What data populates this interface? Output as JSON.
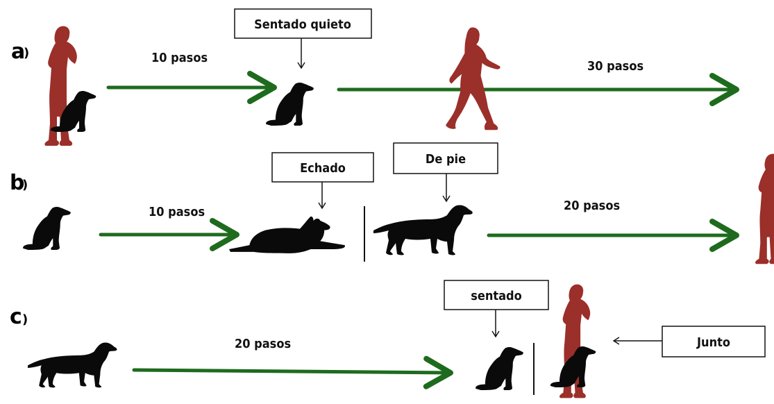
{
  "rows": [
    {
      "id": "a",
      "label": "a",
      "steps": [
        {
          "kind": "distance",
          "text": "10 pasos"
        },
        {
          "kind": "command",
          "text": "Sentado quieto"
        },
        {
          "kind": "distance",
          "text": "30 pasos"
        }
      ]
    },
    {
      "id": "b",
      "label": "b",
      "steps": [
        {
          "kind": "distance",
          "text": "10 pasos"
        },
        {
          "kind": "command",
          "text": "Echado"
        },
        {
          "kind": "command",
          "text": "De pie"
        },
        {
          "kind": "distance",
          "text": "20 pasos"
        }
      ]
    },
    {
      "id": "c",
      "label": "c",
      "steps": [
        {
          "kind": "distance",
          "text": "20 pasos"
        },
        {
          "kind": "command",
          "text": "sentado"
        },
        {
          "kind": "command",
          "text": "Junto"
        }
      ]
    }
  ],
  "colors": {
    "arrow": "#1e6b1e",
    "handler": "#9b2f2a",
    "dog": "#0a0a0a"
  },
  "icons": [
    "person-icon",
    "walking-person-icon",
    "sitting-dog-icon",
    "lying-dog-icon",
    "standing-dog-icon"
  ]
}
